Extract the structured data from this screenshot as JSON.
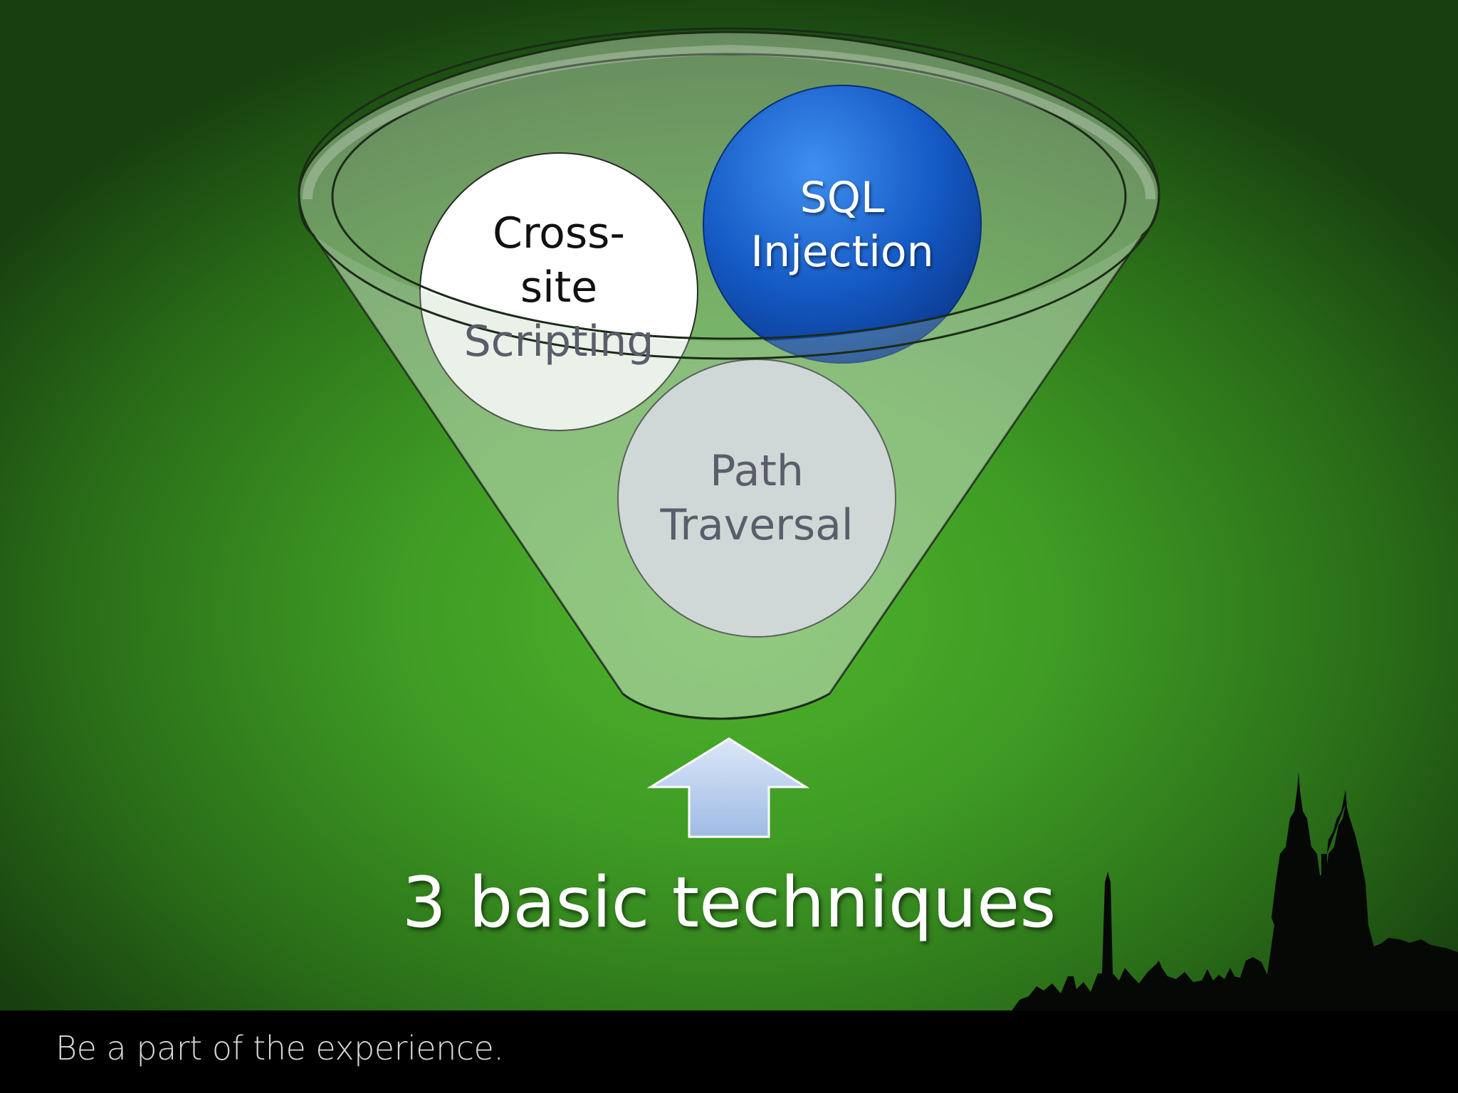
{
  "diagram": {
    "type": "funnel",
    "items": [
      {
        "id": "xss",
        "lines": [
          "Cross-",
          "site",
          "Scripting"
        ]
      },
      {
        "id": "sqli",
        "lines": [
          "SQL",
          "Injection"
        ]
      },
      {
        "id": "path",
        "lines": [
          "Path",
          "Traversal"
        ]
      }
    ],
    "caption": "3 basic techniques",
    "colors": {
      "xss": "#ffffff",
      "sqli": "#1459c4",
      "path": "#dcdde6",
      "arrow": "#b8cff0"
    }
  },
  "footer": {
    "tagline": "Be a part of the experience."
  }
}
